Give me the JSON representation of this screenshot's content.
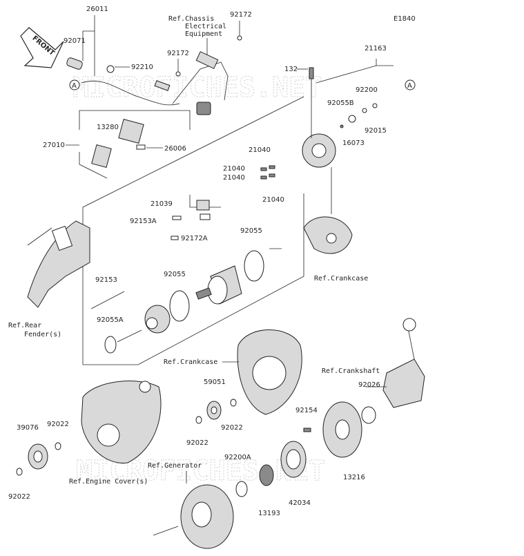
{
  "diagram_code": "E1840",
  "front_label": "FRONT",
  "watermark": "MICROFICHES.NET",
  "callouts": {
    "a_left": "A",
    "a_right": "A"
  },
  "part_labels": {
    "p26011": "26011",
    "p92071": "92071",
    "p92210": "92210",
    "p92172_top": "92172",
    "p92172_mid": "92172",
    "p21163": "21163",
    "p132": "132",
    "p92200": "92200",
    "p92055B": "92055B",
    "p92015": "92015",
    "p16073": "16073",
    "p13280": "13280",
    "p27010": "27010",
    "p26006": "26006",
    "p21040_a": "21040",
    "p21040_b": "21040",
    "p21040_c": "21040",
    "p21040_d": "21040",
    "p21039": "21039",
    "p92153A": "92153A",
    "p92172A": "92172A",
    "p92055_top": "92055",
    "p92153": "92153",
    "p92055_mid": "92055",
    "p92055A": "92055A",
    "p59051": "59051",
    "p92026": "92026",
    "p39076": "39076",
    "p92022_a": "92022",
    "p92022_b": "92022",
    "p92022_c": "92022",
    "p92022_d": "92022",
    "p92154": "92154",
    "p92200A": "92200A",
    "p13216": "13216",
    "p13193": "13193",
    "p42034": "42034"
  },
  "reference_labels": {
    "chassis_line1": "Ref.Chassis",
    "chassis_line2": "Electrical",
    "chassis_line3": "Equipment",
    "rear_fender_line1": "Ref.Rear",
    "rear_fender_line2": "Fender(s)",
    "crankcase_upper": "Ref.Crankcase",
    "crankcase_lower": "Ref.Crankcase",
    "crankshaft": "Ref.Crankshaft",
    "engine_cover": "Ref.Engine Cover(s)",
    "generator": "Ref.Generator"
  }
}
